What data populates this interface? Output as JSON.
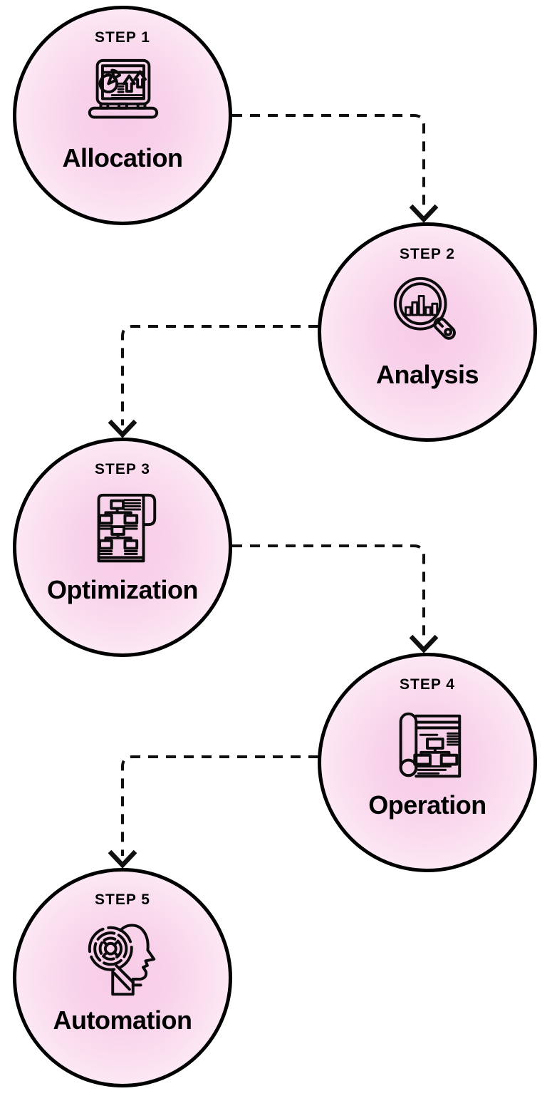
{
  "diagram": {
    "type": "process-flow",
    "step_count": 5,
    "steps": [
      {
        "label": "STEP 1",
        "title": "Allocation",
        "icon": "laptop-analytics-icon"
      },
      {
        "label": "STEP 2",
        "title": "Analysis",
        "icon": "magnifier-bar-chart-icon"
      },
      {
        "label": "STEP 3",
        "title": "Optimization",
        "icon": "scroll-flowchart-icon"
      },
      {
        "label": "STEP 4",
        "title": "Operation",
        "icon": "blueprint-flowchart-icon"
      },
      {
        "label": "STEP 5",
        "title": "Automation",
        "icon": "head-gear-maze-icon"
      }
    ],
    "connectors": [
      {
        "from": "STEP 1",
        "to": "STEP 2",
        "style": "dashed-elbow-down-arrow"
      },
      {
        "from": "STEP 2",
        "to": "STEP 3",
        "style": "dashed-elbow-down-arrow"
      },
      {
        "from": "STEP 3",
        "to": "STEP 4",
        "style": "dashed-elbow-down-arrow"
      },
      {
        "from": "STEP 4",
        "to": "STEP 5",
        "style": "dashed-elbow-down-arrow"
      }
    ],
    "colors": {
      "background": "#ffffff",
      "circle_border": "#000000",
      "circle_fill_center": "#f7cbe7",
      "circle_fill_edge": "#fefbfd",
      "text": "#000000",
      "connector": "#101010"
    }
  }
}
